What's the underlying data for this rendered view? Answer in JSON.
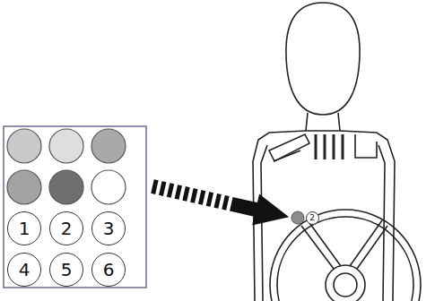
{
  "diagram": {
    "nodes": [
      {
        "text": [
          "1"
        ]
      },
      {
        "text": [
          "2"
        ]
      },
      {
        "text": [
          "3"
        ]
      },
      {
        "text": [
          "4"
        ]
      },
      {
        "text": [
          "5"
        ]
      },
      {
        "text": [
          "6"
        ]
      },
      {
        "text": [
          "2"
        ]
      }
    ]
  }
}
